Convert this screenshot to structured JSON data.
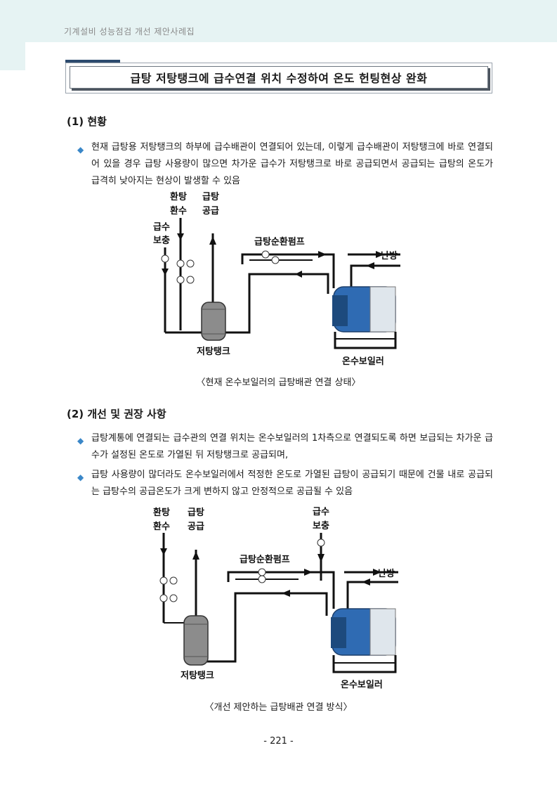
{
  "header": {
    "running_title": "기계설비 성능점검 개선 제안사례집"
  },
  "title": "급탕 저탕탱크에 급수연결 위치 수정하여 온도 헌팅현상 완화",
  "section1": {
    "heading": "(1) 현황",
    "bullets": [
      "현재 급탕용 저탕탱크의 하부에 급수배관이 연결되어 있는데, 이렇게 급수배관이 저탕탱크에 바로 연결되어 있을 경우 급탕 사용량이 많으면 차가운 급수가 저탕탱크로 바로 공급되면서 공급되는 급탕의 온도가 급격히 낮아지는 현상이 발생할 수 있음"
    ]
  },
  "figure1": {
    "labels": {
      "return_1": "환탕",
      "return_2": "환수",
      "supply_1": "급탕",
      "supply_2": "공급",
      "makeup_1": "급수",
      "makeup_2": "보충",
      "pump": "급탕순환펌프",
      "heating": "난방",
      "tank": "저탕탱크",
      "boiler": "온수보일러"
    },
    "caption": "〈현재 온수보일러의 급탕배관 연결 상태〉"
  },
  "section2": {
    "heading": "(2) 개선 및 권장 사항",
    "bullets": [
      "급탕계통에 연결되는 급수관의 연결 위치는 온수보일러의 1차측으로 연결되도록 하면 보급되는 차가운 급수가 설정된 온도로 가열된 뒤 저탕탱크로 공급되며,",
      "급탕 사용량이 많더라도 온수보일러에서 적정한 온도로 가열된 급탕이 공급되기 때문에 건물 내로 공급되는 급탕수의 공급온도가 크게 변하지 않고 안정적으로 공급될 수 있음"
    ]
  },
  "figure2": {
    "labels": {
      "return_1": "환탕",
      "return_2": "환수",
      "supply_1": "급탕",
      "supply_2": "공급",
      "makeup_1": "급수",
      "makeup_2": "보충",
      "pump": "급탕순환펌프",
      "heating": "난방",
      "tank": "저탕탱크",
      "boiler": "온수보일러"
    },
    "caption": "〈개선 제안하는 급탕배관 연결 방식〉"
  },
  "page_number": "- 221 -"
}
